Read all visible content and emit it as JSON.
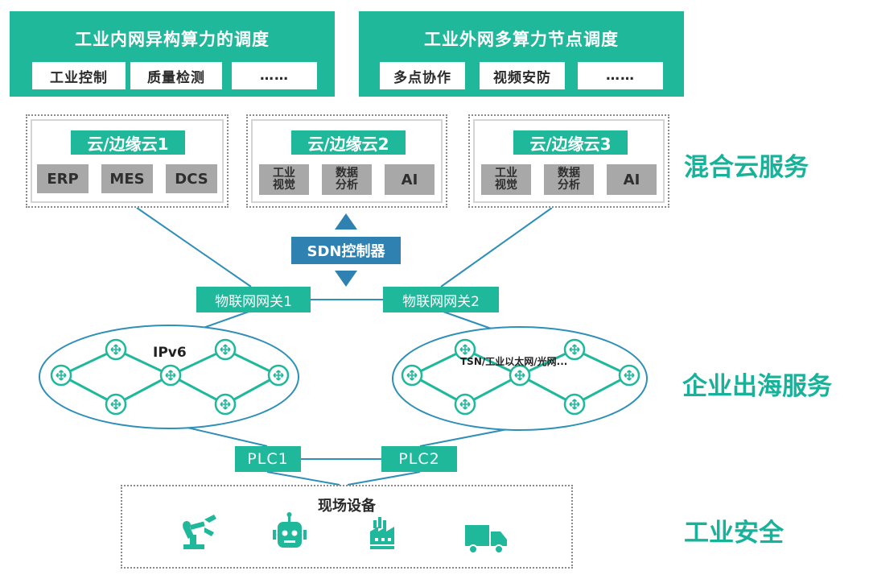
{
  "top": [
    {
      "title": "工业内网异构算力的调度",
      "chips": [
        "工业控制",
        "质量检测",
        "……"
      ]
    },
    {
      "title": "工业外网多算力节点调度",
      "chips": [
        "多点协作",
        "视频安防",
        "……"
      ]
    }
  ],
  "clouds": [
    {
      "title": "云/边缘云1",
      "services": [
        "ERP",
        "MES",
        "DCS"
      ]
    },
    {
      "title": "云/边缘云2",
      "services": [
        "工业\n视觉",
        "数据\n分析",
        "AI"
      ]
    },
    {
      "title": "云/边缘云3",
      "services": [
        "工业\n视觉",
        "数据\n分析",
        "AI"
      ]
    }
  ],
  "sdn": "SDN控制器",
  "gateways": [
    "物联网网关1",
    "物联网网关2"
  ],
  "networks": [
    "IPv6",
    "TSN/工业以太网/光网..."
  ],
  "plcs": [
    "PLC1",
    "PLC2"
  ],
  "field": {
    "title": "现场设备"
  },
  "side_labels": [
    "混合云服务",
    "企业出海服务",
    "工业安全"
  ],
  "colors": {
    "teal": "#1fb89a",
    "blue": "#2e81b0",
    "grey": "#a8a8a8",
    "side": "#16b39a"
  },
  "icons": [
    "robot-arm-icon",
    "robot-icon",
    "factory-icon",
    "truck-icon"
  ]
}
